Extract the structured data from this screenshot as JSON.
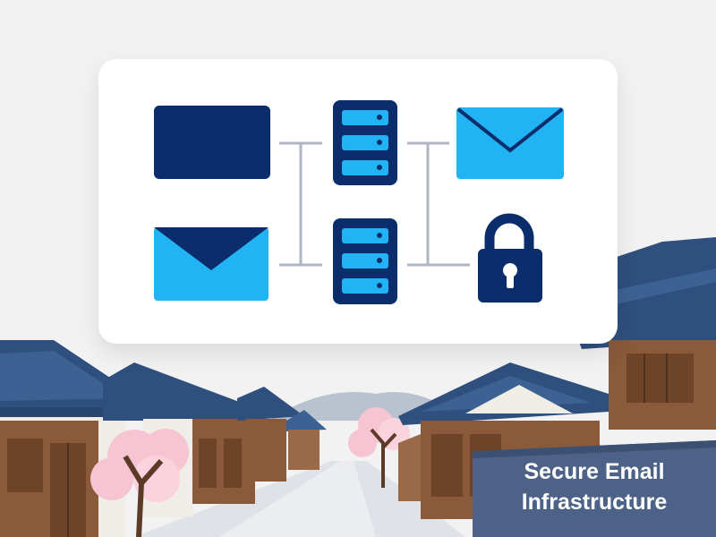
{
  "caption": {
    "line1": "Secure Email",
    "line2": "Infrastructure"
  },
  "diagram": {
    "nodes": [
      {
        "id": "client-box",
        "icon": "dark-rectangle-icon"
      },
      {
        "id": "mail-server-top",
        "icon": "server-stack-icon"
      },
      {
        "id": "envelope-top",
        "icon": "envelope-icon"
      },
      {
        "id": "envelope-bottom",
        "icon": "envelope-icon"
      },
      {
        "id": "mail-server-bottom",
        "icon": "server-stack-icon"
      },
      {
        "id": "padlock",
        "icon": "padlock-icon"
      }
    ]
  },
  "colors": {
    "navy": "#0c2d6b",
    "sky": "#22b3f5",
    "line": "#aeb6c2",
    "roof": "#3b5e8a",
    "wood": "#8a5a3a",
    "blossom": "#f6c4d2",
    "banner": "#4c6286"
  }
}
